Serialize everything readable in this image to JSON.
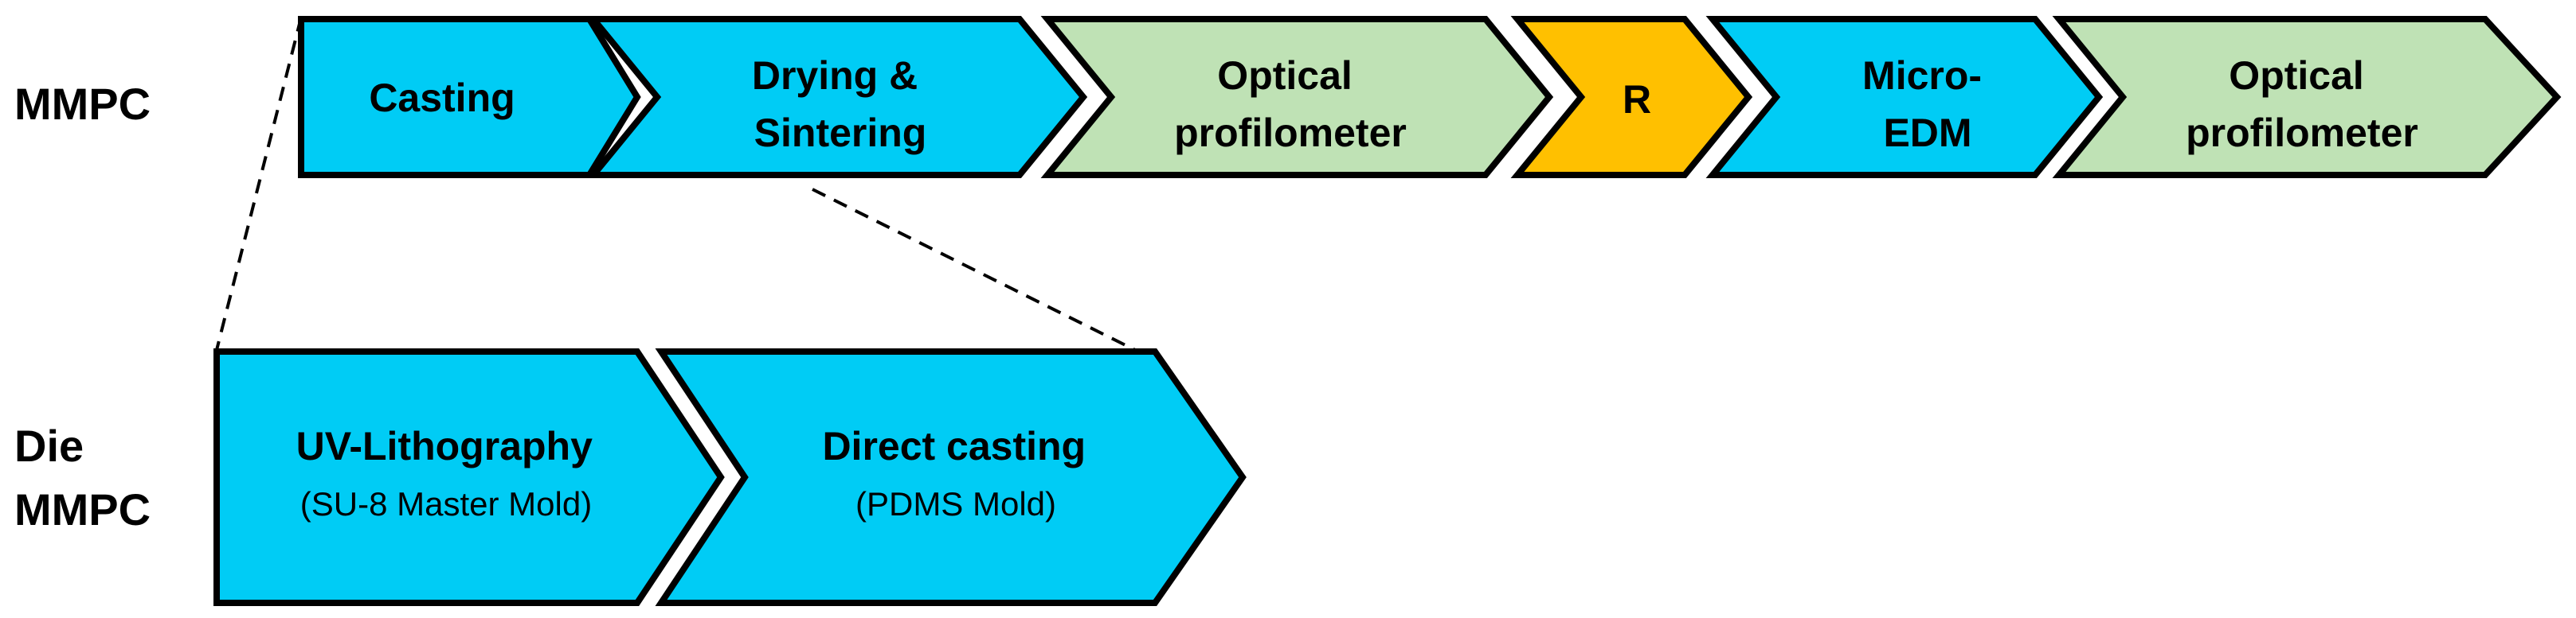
{
  "colors": {
    "process_blue": "#00CCF5",
    "measurement_green": "#BFE2B5",
    "r_orange": "#FFC000",
    "outline": "#000000"
  },
  "rows": {
    "top": {
      "label": [
        "MMPC"
      ],
      "steps": [
        {
          "id": "casting",
          "lines": [
            "Casting"
          ],
          "sub": "",
          "color": "#00CCF5"
        },
        {
          "id": "drying-sintering",
          "lines": [
            "Drying &",
            "Sintering"
          ],
          "sub": "",
          "color": "#00CCF5"
        },
        {
          "id": "optical-profilometer-1",
          "lines": [
            "Optical",
            "profilometer"
          ],
          "sub": "",
          "color": "#BFE2B5"
        },
        {
          "id": "r",
          "lines": [
            "R"
          ],
          "sub": "",
          "color": "#FFC000"
        },
        {
          "id": "micro-edm",
          "lines": [
            "Micro-",
            "EDM"
          ],
          "sub": "",
          "color": "#00CCF5"
        },
        {
          "id": "optical-profilometer-2",
          "lines": [
            "Optical",
            "profilometer"
          ],
          "sub": "",
          "color": "#BFE2B5"
        }
      ]
    },
    "bottom": {
      "label": [
        "Die",
        "MMPC"
      ],
      "steps": [
        {
          "id": "uv-lithography",
          "lines": [
            "UV-Lithography"
          ],
          "sub": "(SU-8 Master Mold)",
          "color": "#00CCF5"
        },
        {
          "id": "direct-casting",
          "lines": [
            "Direct casting"
          ],
          "sub": "(PDMS Mold)",
          "color": "#00CCF5"
        }
      ]
    }
  }
}
